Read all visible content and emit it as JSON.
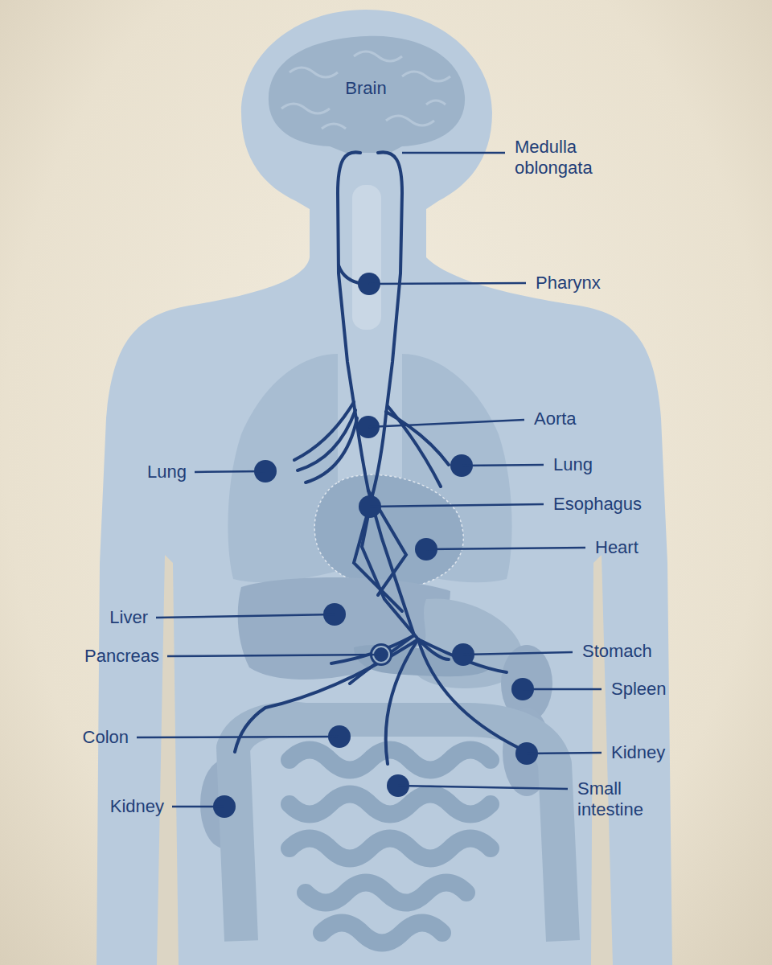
{
  "diagram": {
    "labels": [
      "Brain",
      "Medulla oblongata",
      "Pharynx",
      "Aorta",
      "Lung",
      "Lung",
      "Esophagus",
      "Heart",
      "Liver",
      "Pancreas",
      "Stomach",
      "Spleen",
      "Colon",
      "Kidney",
      "Small intestine",
      "Kidney"
    ]
  }
}
